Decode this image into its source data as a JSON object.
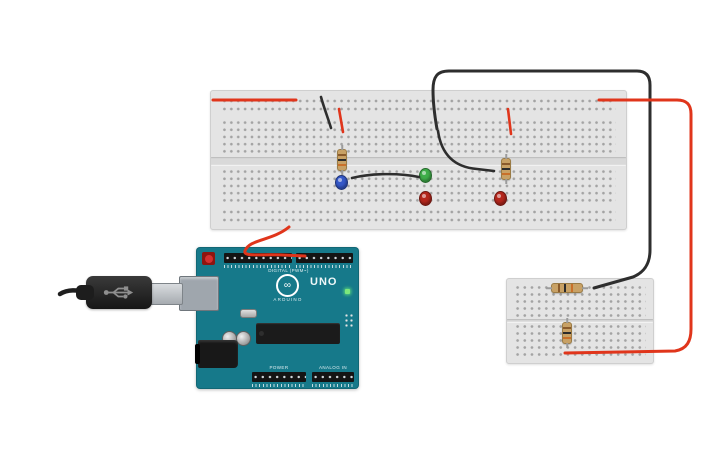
{
  "colors": {
    "canvas_bg": "#ffffff",
    "board_teal": "#16798a",
    "bb_body": "#e4e4e4",
    "bb_hole": "#a3a3a3",
    "wire_red": "#e0351b",
    "wire_black": "#2e2e2e",
    "res_body": "#c8a165",
    "led_blue": "#3558c8",
    "led_green": "#3fae49",
    "led_red": "#b5271d",
    "metal": "#d9dcdf",
    "chip": "#1b1b1b",
    "reset_red": "#d32f2f",
    "silk": "#dfeef1"
  },
  "arduino": {
    "name": "Arduino Uno R3",
    "label_digital": "DIGITAL (PWM~)",
    "label_brand": "ARDUINO",
    "label_model": "UNO",
    "label_power": "POWER",
    "label_analog": "ANALOG IN",
    "logo_glyph": "∞"
  },
  "components": {
    "breadboard_large": "full-size breadboard",
    "breadboard_small": "mini breadboard",
    "usb_cable": "USB cable with plug",
    "leds": [
      "blue LED",
      "green LED",
      "red LED",
      "red LED"
    ],
    "resistors": [
      "axial resistor",
      "axial resistor",
      "axial resistor",
      "axial resistor"
    ],
    "wires": [
      "red jumper on top power rail (left)",
      "black jumper from top rail into row",
      "red jumper from rail into row (left)",
      "red jumper from rail into row (right)",
      "black wire looping over top to mini breadboard",
      "red wire looping around right side to mini breadboard",
      "red wire from breadboard bottom rail to Arduino header",
      "black jumper between LED rows",
      "black curved jumper to right LED row"
    ]
  }
}
